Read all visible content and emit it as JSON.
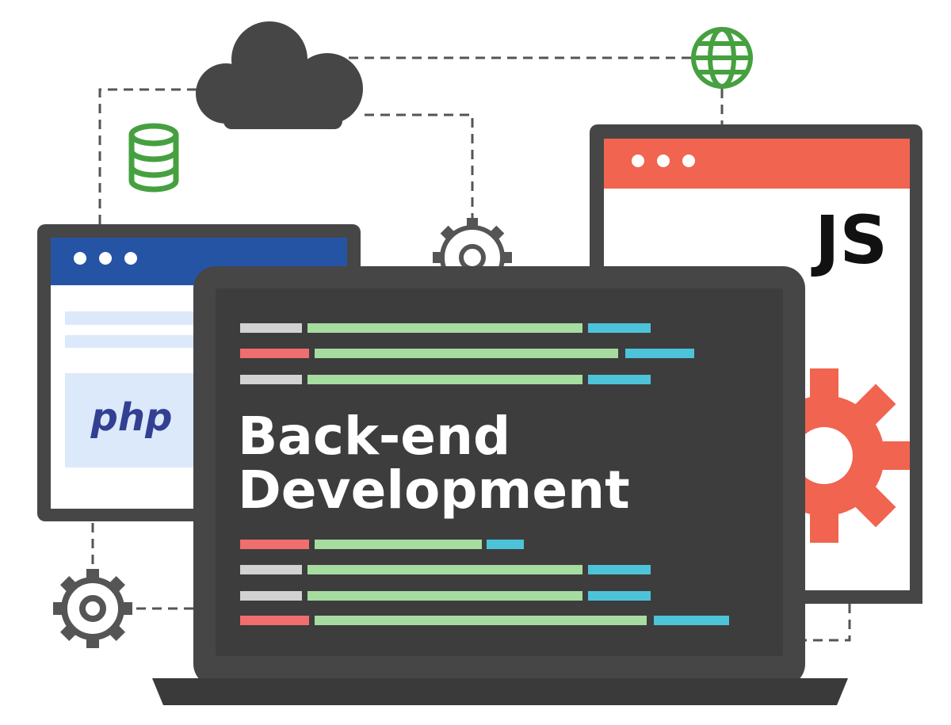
{
  "illustration": {
    "title_line1": "Back-end",
    "title_line2": "Development",
    "php_label": "php",
    "js_label": "JS"
  },
  "colors": {
    "dark": "#464646",
    "screen": "#3d3d3d",
    "blue_bar": "#2654a5",
    "blue_light": "#dce9fa",
    "php_text": "#333f92",
    "red": "#f06450",
    "green": "#46a040",
    "code_gray": "#d2d2d2",
    "code_red": "#f06e6e",
    "code_green": "#a6dca0",
    "code_cyan": "#4dc3d9",
    "gear_gray": "#555555",
    "dash": "#555555"
  },
  "icons": {
    "cloud": "cloud-icon",
    "globe": "globe-icon",
    "database": "database-icon",
    "gear": "gear-icon"
  }
}
